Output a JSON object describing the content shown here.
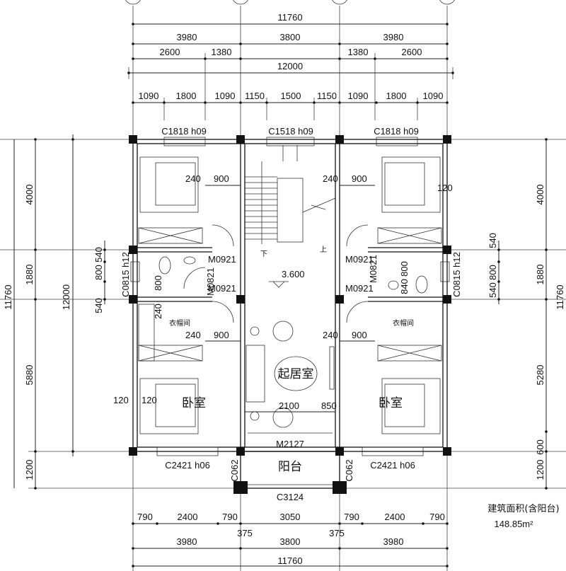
{
  "top_dimensions": {
    "overall": "11760",
    "bays": [
      "3980",
      "3800",
      "3980"
    ],
    "sub": [
      "2600",
      "1380",
      "1380",
      "2600"
    ],
    "axis_total": "12000",
    "openings": [
      "1090",
      "1800",
      "1090",
      "1150",
      "1500",
      "1150",
      "1090",
      "1800",
      "1090"
    ]
  },
  "windows": {
    "top": [
      "C1818 h09",
      "C1518 h09",
      "C1818 h09"
    ],
    "side_left": "C0815 h12",
    "side_right": "C0815 h12",
    "bottom": [
      "C2421 h06",
      "C2421 h06"
    ],
    "balcony_front": "C3124",
    "balcony_sides": [
      "C062",
      "C062"
    ]
  },
  "doors": {
    "upper_left": "M0921",
    "lower_left": "M0921",
    "upper_right": "M0921",
    "lower_right": "M0921",
    "bath_left": "M0821",
    "bath_right": "M0821",
    "balcony": "M2127"
  },
  "rooms": {
    "living": "起居室",
    "bedroom_left": "卧室",
    "bedroom_right": "卧室",
    "closet_left": "衣帽间",
    "closet_right": "衣帽间",
    "balcony": "阳台",
    "elevation": "3.600",
    "stair_down": "下",
    "stair_up": "上"
  },
  "interior_dims": {
    "wall": "240",
    "door": "900",
    "bath": "800",
    "bath_right": "840",
    "edge": "120",
    "living_width": "2100",
    "living_door": "850"
  },
  "left_dimensions": {
    "overall": "11760",
    "axis_total": "12000",
    "segments": [
      "4000",
      "1880",
      "5880",
      "1200"
    ],
    "window": [
      "540",
      "800",
      "540"
    ]
  },
  "right_dimensions": {
    "overall": "11760",
    "segments": [
      "4000",
      "1880",
      "5280",
      "600",
      "1200"
    ],
    "window": [
      "540",
      "800",
      "540"
    ]
  },
  "bottom_dimensions": {
    "openings": [
      "790",
      "2400",
      "790",
      "3050",
      "790",
      "2400",
      "790"
    ],
    "offsets": [
      "375",
      "375"
    ],
    "bays": [
      "3980",
      "3800",
      "3980"
    ],
    "overall": "11760"
  },
  "area": {
    "label": "建筑面积(含阳台)",
    "value": "148.85m²"
  }
}
